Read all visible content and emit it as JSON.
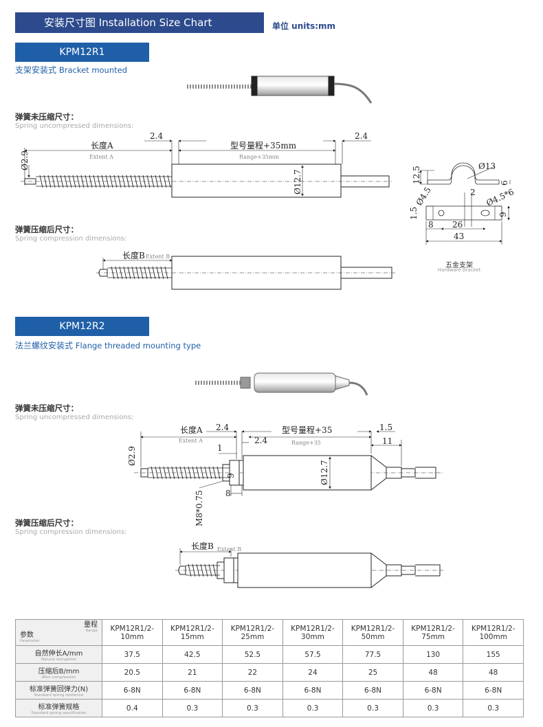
{
  "header": {
    "title": "安装尺寸图 Installation Size Chart",
    "units": "单位 units:mm"
  },
  "section1": {
    "model": "KPM12R1",
    "mount_cn": "支架安装式",
    "mount_en": "Bracket mounted",
    "uncompressed_cn": "弹簧未压缩尺寸：",
    "uncompressed_en": "Spring uncompressed dimensions:",
    "compressed_cn": "弹簧压缩后尺寸：",
    "compressed_en": "Spring compression dimensions:",
    "dims": {
      "d24a": "2.4",
      "d24b": "2.4",
      "lenA": "长度A",
      "lenA_en": "Extent A",
      "range": "型号量程+35mm",
      "range_en": "Range+35mm",
      "dia29": "Ø2.9",
      "dia127": "Ø12.7",
      "lenB": "长度B",
      "lenB_en": "Extent B"
    },
    "bracket": {
      "d125": "12.5",
      "d13": "Ø13",
      "d6": "6",
      "d45": "Ø4.5",
      "d2": "2",
      "d45x6": "Ø4.5*6",
      "d15": "1.5",
      "d8": "8",
      "d26": "26",
      "d9": "9",
      "d43": "43",
      "caption_cn": "五金支架",
      "caption_en": "Hardware bracket"
    }
  },
  "section2": {
    "model": "KPM12R2",
    "mount_cn": "法兰螺纹安装式",
    "mount_en": "Flange threaded mounting type",
    "uncompressed_cn": "弹簧未压缩尺寸：",
    "uncompressed_en": "Spring uncompressed dimensions:",
    "compressed_cn": "弹簧压缩后尺寸：",
    "compressed_en": "Spring compression dimensions:",
    "dims": {
      "lenA": "长度A",
      "lenA_en": "Extent A",
      "d24a": "2.4",
      "d24b": "2.4",
      "range": "型号量程+35",
      "range_en": "Range+35",
      "d15": "1.5",
      "d11": "11",
      "dia29": "Ø2.9",
      "d1": "1",
      "d9": "9",
      "dia127": "Ø12.7",
      "d8": "8",
      "m8": "M8*0.75",
      "lenB": "长度B",
      "lenB_en": "Extent B"
    }
  },
  "table": {
    "range_cn": "量程",
    "range_en": "Range",
    "param_cn": "参数",
    "param_en": "Parameter",
    "columns": [
      "KPM12R1/2-\n10mm",
      "KPM12R1/2-\n15mm",
      "KPM12R1/2-\n25mm",
      "KPM12R1/2-\n30mm",
      "KPM12R1/2-\n50mm",
      "KPM12R1/2-\n75mm",
      "KPM12R1/2-\n100mm"
    ],
    "rows": [
      {
        "cn": "自然伸长A/mm",
        "en": "Natural elongation",
        "values": [
          "37.5",
          "42.5",
          "52.5",
          "57.5",
          "77.5",
          "130",
          "155"
        ]
      },
      {
        "cn": "压缩后B/mm",
        "en": "After compression",
        "values": [
          "20.5",
          "21",
          "22",
          "24",
          "25",
          "48",
          "48"
        ]
      },
      {
        "cn": "标准弹簧回弹力(N)",
        "en": "Standard spring resilience",
        "values": [
          "6-8N",
          "6-8N",
          "6-8N",
          "6-8N",
          "6-8N",
          "6-8N",
          "6-8N"
        ]
      },
      {
        "cn": "标准弹簧规格",
        "en": "Standard spring specification",
        "values": [
          "0.4",
          "0.3",
          "0.3",
          "0.3",
          "0.3",
          "0.3",
          "0.3"
        ]
      }
    ]
  }
}
